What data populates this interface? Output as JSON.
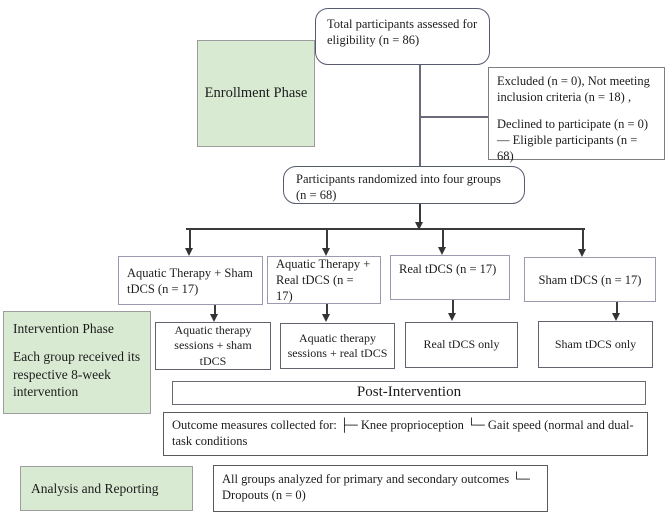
{
  "figure": {
    "type": "consort-flow-diagram",
    "title_implicit": "Participant flow through enrollment, intervention, post-intervention and analysis phases"
  },
  "palette": {
    "phase_box_fill": "#d9ead3",
    "phase_box_border": "#9d9d9d",
    "rounded_box_border": "#565b6e",
    "group_box_border": "#9a9bae",
    "connector_color": "#3a3a3a"
  },
  "enrollment": {
    "phase_label": "Enrollment Phase",
    "eligibility_box": "Total participants assessed for eligibility (n = 86)",
    "excluded_para1": "Excluded (n = 0), Not meeting inclusion criteria (n = 18) ,",
    "excluded_para2": "Declined to participate (n = 0) — Eligible participants (n = 68)",
    "randomized_box": "Participants randomized into four groups (n = 68)"
  },
  "groups": [
    {
      "label": "Aquatic Therapy + Sham tDCS (n = 17)",
      "intervention": "Aquatic therapy sessions + sham tDCS"
    },
    {
      "label": "Aquatic Therapy + Real tDCS (n = 17)",
      "intervention": "Aquatic therapy sessions + real tDCS"
    },
    {
      "label": "Real tDCS (n = 17)",
      "intervention": "Real tDCS only"
    },
    {
      "label": "Sham tDCS (n = 17)",
      "intervention": "Sham tDCS only"
    }
  ],
  "intervention_phase": {
    "title": "Intervention Phase",
    "description": "Each group received its respective 8-week intervention"
  },
  "post_intervention": {
    "bar_label": "Post-Intervention",
    "outcomes_text": "Outcome measures collected for:  ├─ Knee proprioception  └─ Gait speed (normal and dual-task conditions"
  },
  "analysis": {
    "phase_label": "Analysis and Reporting",
    "summary_line1": "All groups analyzed for primary and secondary outcomes └─",
    "summary_line2": "Dropouts (n = 0)"
  }
}
